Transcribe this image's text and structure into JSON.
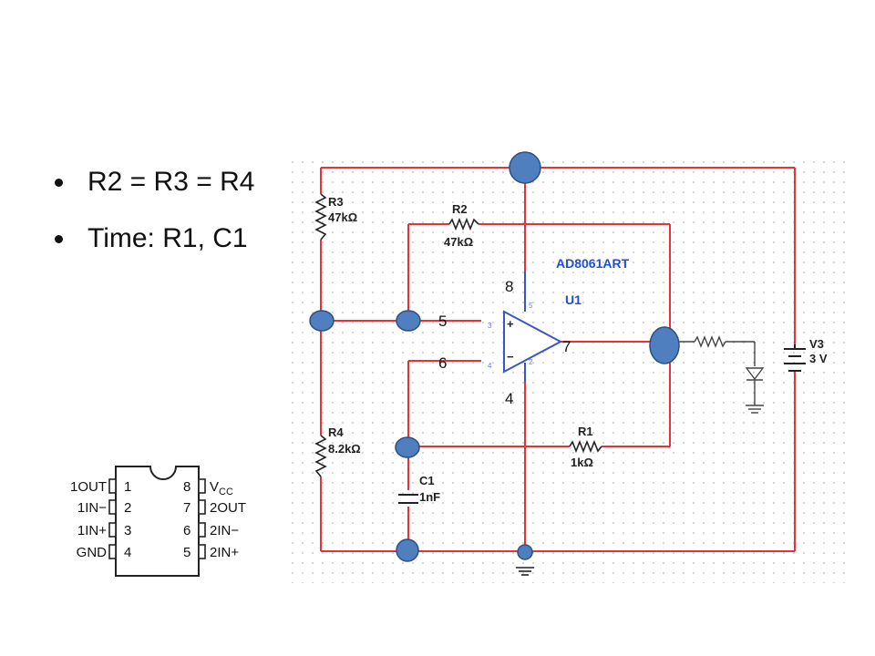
{
  "bullets": [
    "R2 = R3 = R4",
    "Time: R1, C1"
  ],
  "schematic": {
    "r3": {
      "name": "R3",
      "value": "47kΩ"
    },
    "r2": {
      "name": "R2",
      "value": "47kΩ"
    },
    "r4": {
      "name": "R4",
      "value": "8.2kΩ"
    },
    "r1": {
      "name": "R1",
      "value": "1kΩ"
    },
    "c1": {
      "name": "C1",
      "value": "1nF"
    },
    "v3": {
      "name": "V3",
      "value": "3 V"
    },
    "opamp": {
      "part": "AD8061ART",
      "ref": "U1",
      "plus": "+",
      "minus": "−",
      "small_pins": {
        "p3": "3",
        "p4": "4",
        "p5": "5",
        "p2": "2"
      }
    },
    "pin_numbers": {
      "top": "8",
      "in_plus": "5",
      "in_minus": "6",
      "out": "7",
      "bottom": "4"
    }
  },
  "ic_pinout": {
    "left": [
      "1OUT",
      "1IN−",
      "1IN+",
      "GND"
    ],
    "left_nums": [
      "1",
      "2",
      "3",
      "4"
    ],
    "right_nums": [
      "8",
      "7",
      "6",
      "5"
    ],
    "right": [
      "V",
      "2OUT",
      "2IN−",
      "2IN+"
    ],
    "vcc_sub": "CC"
  },
  "colors": {
    "wire": "#e8323a",
    "node_fill": "#4f7fbf",
    "node_stroke": "#2b4f86",
    "part_label": "#1f4ed8"
  }
}
